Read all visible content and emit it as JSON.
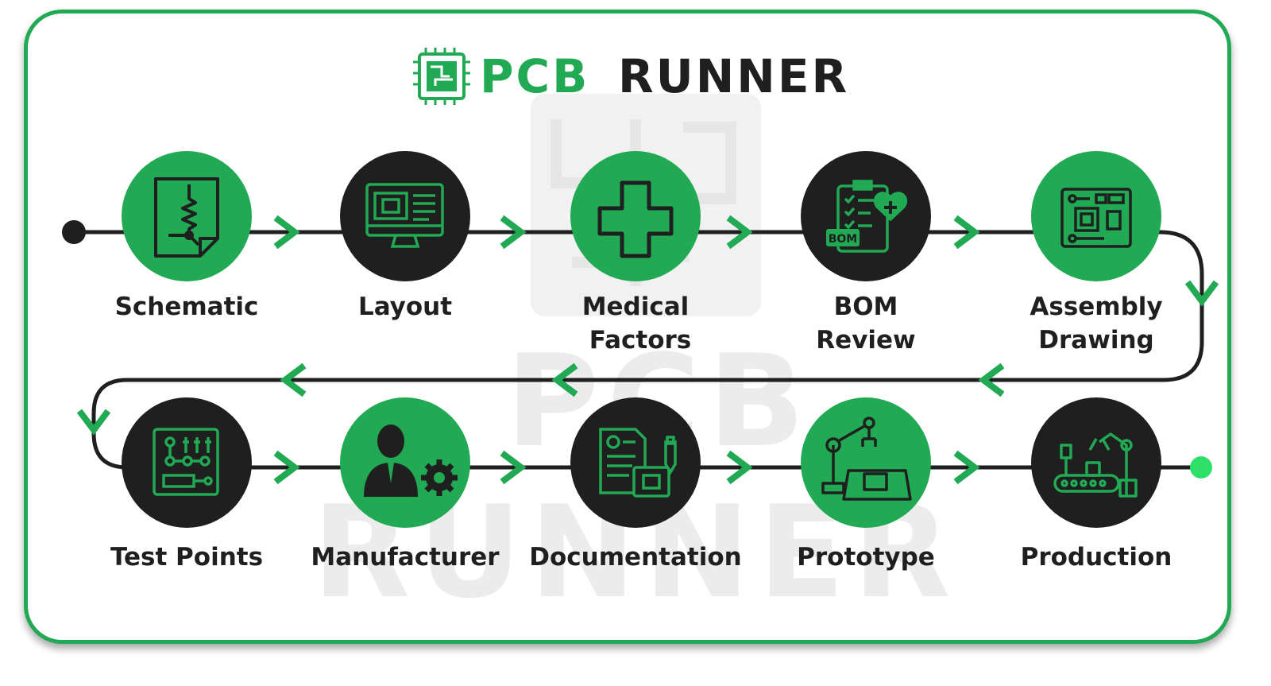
{
  "brand": {
    "name_part1": "PCB",
    "name_part2": "RUNNER",
    "watermark_line1": "PCB",
    "watermark_line2": "RUNNER",
    "colors": {
      "green": "#21a954",
      "dark": "#1f1f1f"
    }
  },
  "steps": [
    {
      "lines": [
        "Schematic"
      ],
      "style": "green",
      "icon": "schematic-icon"
    },
    {
      "lines": [
        "Layout"
      ],
      "style": "dark",
      "icon": "monitor-icon"
    },
    {
      "lines": [
        "Medical",
        "Factors"
      ],
      "style": "green",
      "icon": "medical-cross-icon"
    },
    {
      "lines": [
        "BOM",
        "Review"
      ],
      "style": "dark",
      "icon": "bom-clipboard-icon"
    },
    {
      "lines": [
        "Assembly",
        "Drawing"
      ],
      "style": "green",
      "icon": "circuit-board-icon"
    },
    {
      "lines": [
        "Test Points"
      ],
      "style": "dark",
      "icon": "test-points-icon"
    },
    {
      "lines": [
        "Manufacturer"
      ],
      "style": "green",
      "icon": "manufacturer-icon"
    },
    {
      "lines": [
        "Documentation"
      ],
      "style": "dark",
      "icon": "documentation-icon"
    },
    {
      "lines": [
        "Prototype"
      ],
      "style": "green",
      "icon": "robot-arm-icon"
    },
    {
      "lines": [
        "Production"
      ],
      "style": "dark",
      "icon": "production-line-icon"
    }
  ],
  "bom_badge": "BOM"
}
